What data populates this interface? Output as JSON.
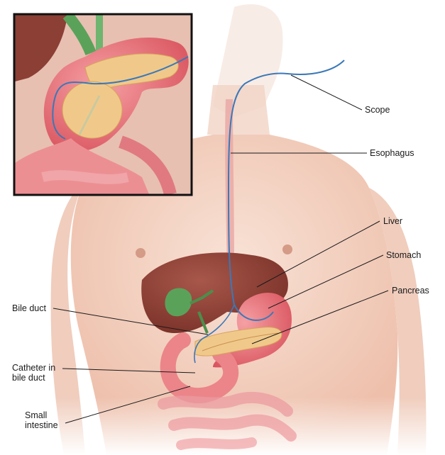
{
  "labels": {
    "scope": "Scope",
    "esophagus": "Esophagus",
    "liver": "Liver",
    "stomach": "Stomach",
    "pancreas": "Pancreas",
    "bile_duct": "Bile duct",
    "catheter_line1": "Catheter in",
    "catheter_line2": "bile duct",
    "small_intestine_line1": "Small",
    "small_intestine_line2": "intestine"
  },
  "colors": {
    "skin": "#f6d9cc",
    "skin_shadow": "#e8b9a6",
    "liver": "#8c3f35",
    "stomach": "#e8737a",
    "pancreas": "#f0c98a",
    "gallbladder": "#5aa25a",
    "scope": "#3b78b8",
    "inset_border": "#111111",
    "leader_line": "#1a1a1a"
  }
}
